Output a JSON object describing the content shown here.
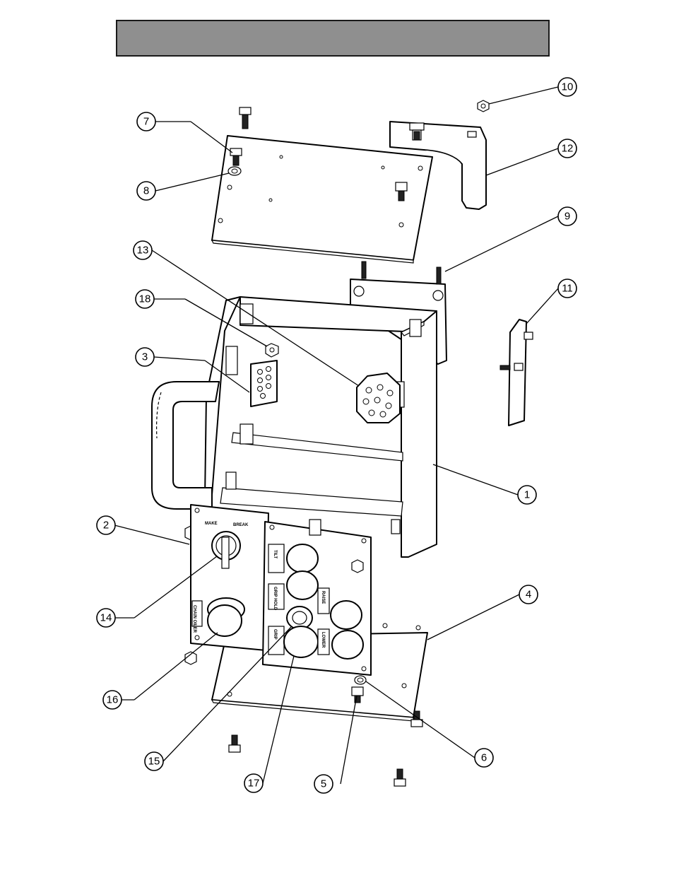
{
  "callouts": [
    {
      "id": "1",
      "label": "1"
    },
    {
      "id": "2",
      "label": "2"
    },
    {
      "id": "3",
      "label": "3"
    },
    {
      "id": "4",
      "label": "4"
    },
    {
      "id": "5",
      "label": "5"
    },
    {
      "id": "6",
      "label": "6"
    },
    {
      "id": "7",
      "label": "7"
    },
    {
      "id": "8",
      "label": "8"
    },
    {
      "id": "9",
      "label": "9"
    },
    {
      "id": "10",
      "label": "10"
    },
    {
      "id": "11",
      "label": "11"
    },
    {
      "id": "12",
      "label": "12"
    },
    {
      "id": "13",
      "label": "13"
    },
    {
      "id": "14",
      "label": "14"
    },
    {
      "id": "15",
      "label": "15"
    },
    {
      "id": "16",
      "label": "16"
    },
    {
      "id": "17",
      "label": "17"
    },
    {
      "id": "18",
      "label": "18"
    }
  ],
  "panel_labels": {
    "make": "MAKE",
    "break": "BREAK",
    "chain_oiler": "CHAIN OILER",
    "tilt": "TILT",
    "grip_hold": "GRIP HOLD",
    "raise": "RAISE",
    "grip": "GRIP",
    "lower": "LOWER"
  },
  "banner_color": "#8f8f8f"
}
